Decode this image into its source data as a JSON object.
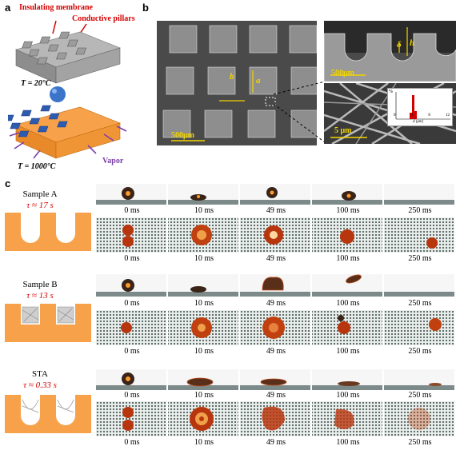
{
  "panels": {
    "a": "a",
    "b": "b",
    "c": "c"
  },
  "panel_a": {
    "label_membrane": "Insulating membrane",
    "label_pillars": "Conductive pillars",
    "temp_top": "T = 20°C",
    "temp_bottom": "T = 1000°C",
    "vapor": "Vapor"
  },
  "panel_b": {
    "scale_left": "500μm",
    "scale_right_top": "500μm",
    "scale_right_bottom": "5 μm",
    "dim_a": "a",
    "dim_b": "b",
    "dim_delta": "δ",
    "dim_h": "h",
    "inset_axis_x": "d (μm)",
    "inset_axis_y": "%",
    "inset_ticks_x": [
      "0",
      "4",
      "8",
      "12"
    ]
  },
  "panel_c": {
    "samples": [
      {
        "name": "Sample A",
        "tau": "τ ≈ 17 s"
      },
      {
        "name": "Sample B",
        "tau": "τ ≈ 13 s"
      },
      {
        "name": "STA",
        "tau": "τ ≈ 0.33 s"
      }
    ],
    "times": [
      "0 ms",
      "10 ms",
      "49 ms",
      "100 ms",
      "250 ms"
    ]
  },
  "colors": {
    "orange": "#f7a24a",
    "red_label": "#d40000",
    "vapor_purple": "#7b3fa8",
    "sem_dark": "#2b2b2b"
  }
}
